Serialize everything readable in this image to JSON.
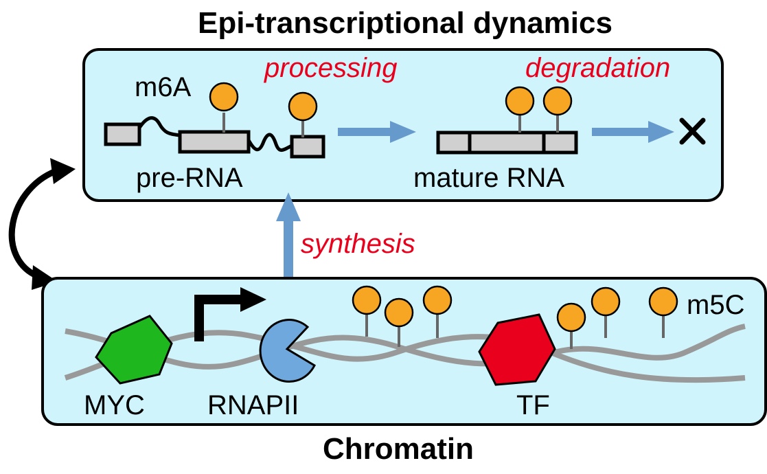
{
  "titles": {
    "top": "Epi-transcriptional dynamics",
    "bottom": "Chromatin"
  },
  "labels": {
    "m6a": "m6A",
    "processing": "processing",
    "degradation": "degradation",
    "pre_rna": "pre-RNA",
    "mature_rna": "mature RNA",
    "synthesis": "synthesis",
    "myc": "MYC",
    "rnapii": "RNAPII",
    "tf": "TF",
    "m5c": "m5C"
  },
  "icons": {
    "degradation_mark": "x-mark-icon",
    "promoter": "transcription-start-arrow-icon"
  },
  "colors": {
    "panel_fill": "#cff4fb",
    "panel_stroke": "#000000",
    "arrow_blue": "#6699cc",
    "label_red": "#e8001c",
    "modification_orange": "#f6a623",
    "exon_gray": "#d0d0d0",
    "dna_gray": "#999999",
    "myc_green": "#1eb81e",
    "rnapii_blue": "#6fa8dc",
    "tf_red": "#e8001c"
  }
}
